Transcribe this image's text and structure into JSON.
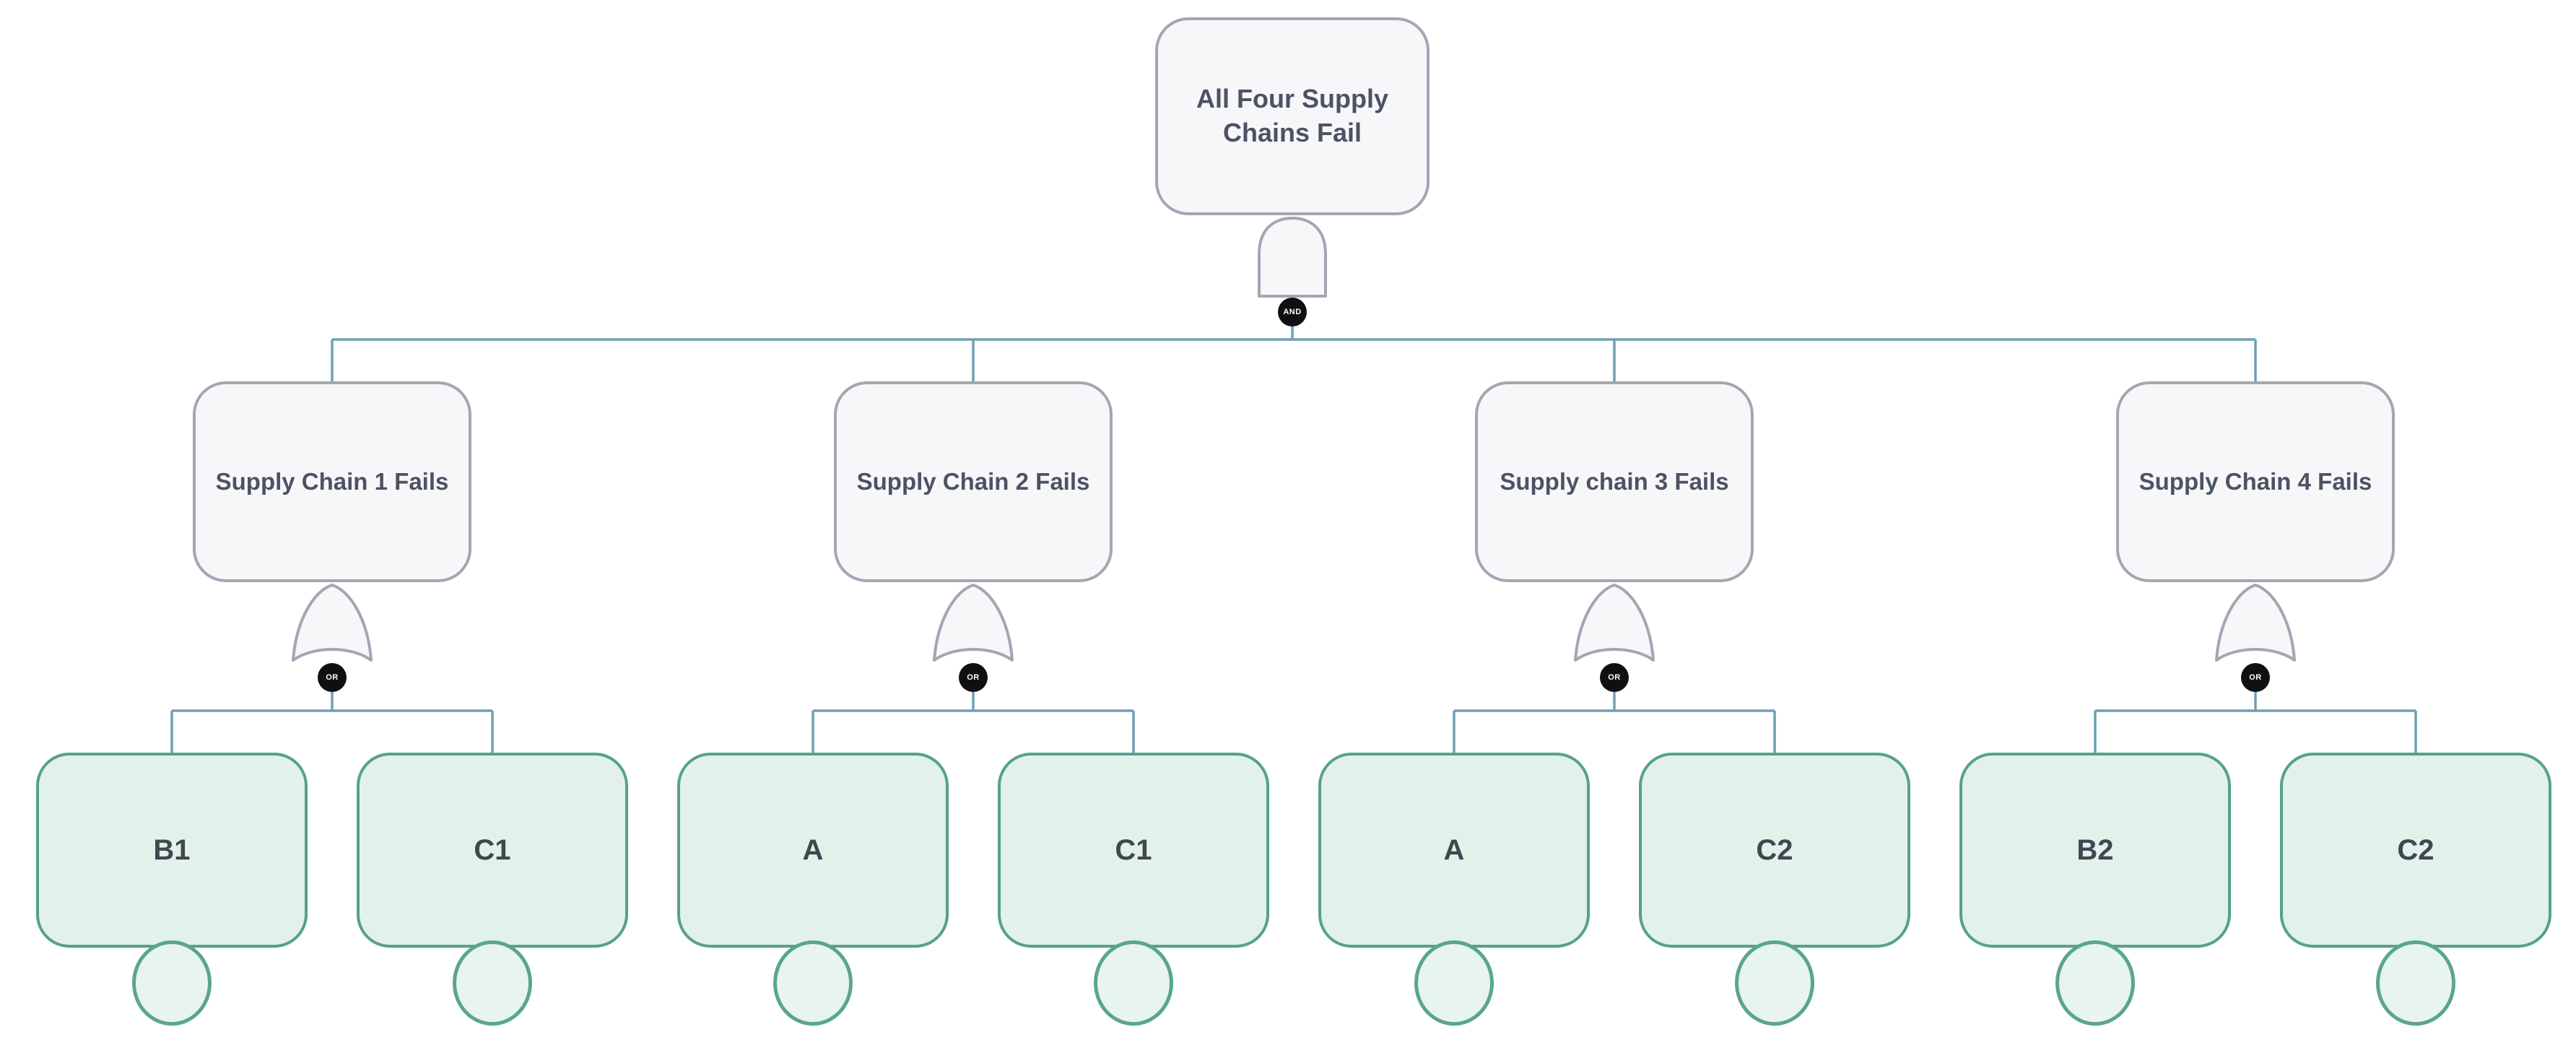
{
  "diagram": {
    "type": "fault-tree",
    "colors": {
      "background": "#ffffff",
      "event_node_fill": "#f7f7f9",
      "event_node_border": "#a3a6b3",
      "event_node_text": "#4b5363",
      "basic_event_fill": "#e3f1eb",
      "basic_event_border": "#55a18e",
      "basic_event_text": "#3f4750",
      "connector": "#6f9fb4",
      "gate_badge_bg": "#101010",
      "gate_badge_text": "#ffffff"
    },
    "root": {
      "label": "All Four Supply Chains Fail",
      "gate": "AND"
    },
    "branches": [
      {
        "label": "Supply Chain 1 Fails",
        "gate": "OR",
        "children": [
          {
            "label": "B1"
          },
          {
            "label": "C1"
          }
        ]
      },
      {
        "label": "Supply Chain 2 Fails",
        "gate": "OR",
        "children": [
          {
            "label": "A"
          },
          {
            "label": "C1"
          }
        ]
      },
      {
        "label": "Supply chain 3 Fails",
        "gate": "OR",
        "children": [
          {
            "label": "A"
          },
          {
            "label": "C2"
          }
        ]
      },
      {
        "label": "Supply Chain 4 Fails",
        "gate": "OR",
        "children": [
          {
            "label": "B2"
          },
          {
            "label": "C2"
          }
        ]
      }
    ]
  }
}
